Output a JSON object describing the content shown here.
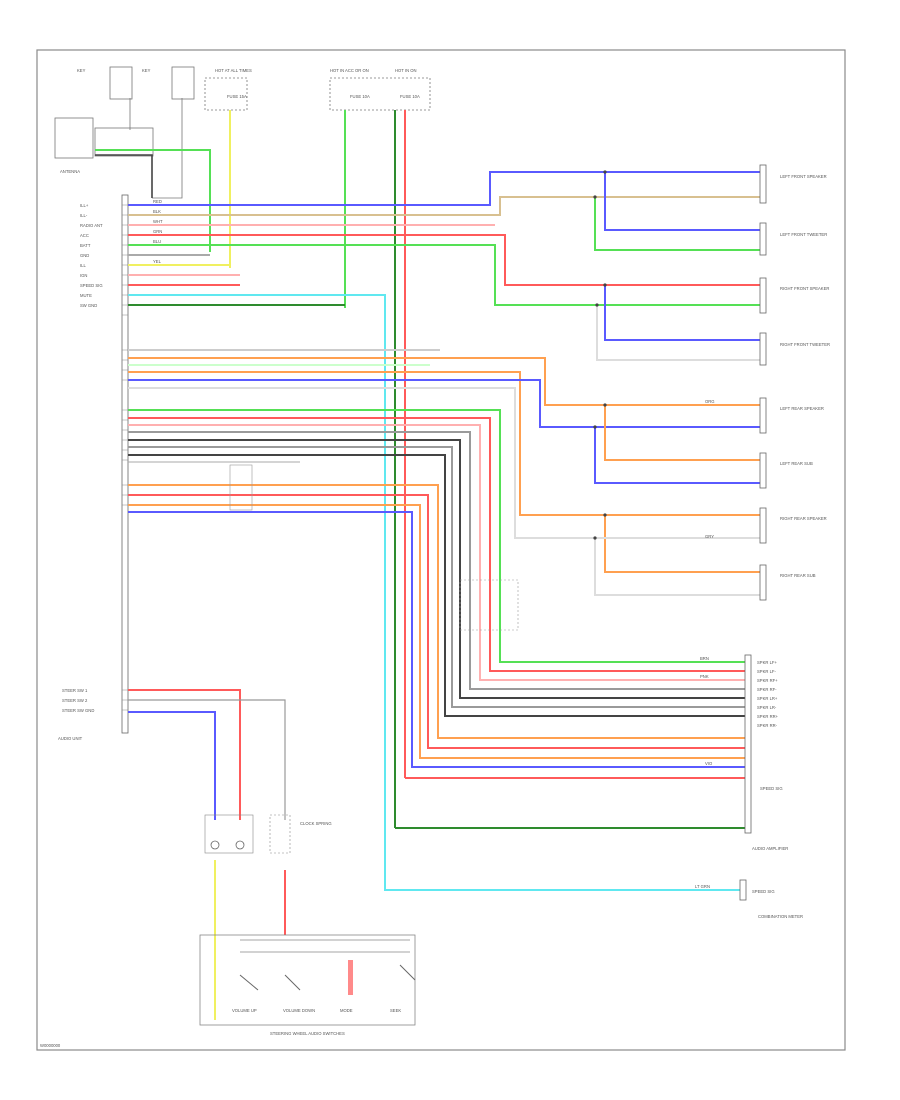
{
  "diagram_id": "W0000000",
  "colors": {
    "frame": "#8a8a8a",
    "green": "#55e055",
    "red": "#ff5a5a",
    "blue": "#5a5aff",
    "yellow": "#f0f060",
    "orange": "#ffa050",
    "gray": "#9a9a9a",
    "black": "#444444",
    "cyan": "#60e8f0",
    "darkgreen": "#2e8b2e",
    "tan": "#d8c090",
    "pink": "#ffb0b0",
    "white": "#dddddd"
  },
  "labels": {
    "audio_unit": "AUDIO UNIT",
    "audio_unit_pins": [
      "ILL+",
      "ILL-",
      "RADIO ANT",
      "ACC",
      "BATT",
      "GND",
      "ILL",
      "IGN",
      "SPEED SIG",
      "MUTE",
      "SW GND",
      "STEER SW 1",
      "STEER SW 2",
      "STEER SW GND"
    ],
    "antenna": "ANTENNA",
    "fuse_top_left": "HOT AT ALL TIMES",
    "fuse_top_mid": "HOT IN ACC OR ON",
    "fuse_top_right": "HOT IN ON",
    "fuse_names": [
      "FUSE 15A",
      "FUSE 10A",
      "FUSE 10A"
    ],
    "speakers": [
      "LEFT FRONT SPEAKER",
      "LEFT FRONT TWEETER",
      "RIGHT FRONT SPEAKER",
      "RIGHT FRONT TWEETER",
      "LEFT REAR SPEAKER",
      "LEFT REAR SUB",
      "RIGHT REAR SPEAKER",
      "RIGHT REAR SUB"
    ],
    "amp": "AUDIO AMPLIFIER",
    "amp_pins": [
      "SPKR LF+",
      "SPKR LF-",
      "SPKR RF+",
      "SPKR RF-",
      "SPKR LR+",
      "SPKR LR-",
      "SPKR RR+",
      "SPKR RR-"
    ],
    "steering_switch": "STEERING WHEEL AUDIO SWITCHES",
    "switch_names": [
      "VOLUME UP",
      "VOLUME DOWN",
      "MODE",
      "SEEK"
    ],
    "combination_meter": "COMBINATION METER",
    "clock_spring": "CLOCK SPRING",
    "speed_label": "SPEED SIG",
    "wire_codes": [
      "RED",
      "BLK",
      "WHT",
      "GRN",
      "BLU",
      "YEL",
      "ORG",
      "GRY",
      "LT GRN",
      "BRN",
      "PNK",
      "VIO"
    ]
  }
}
